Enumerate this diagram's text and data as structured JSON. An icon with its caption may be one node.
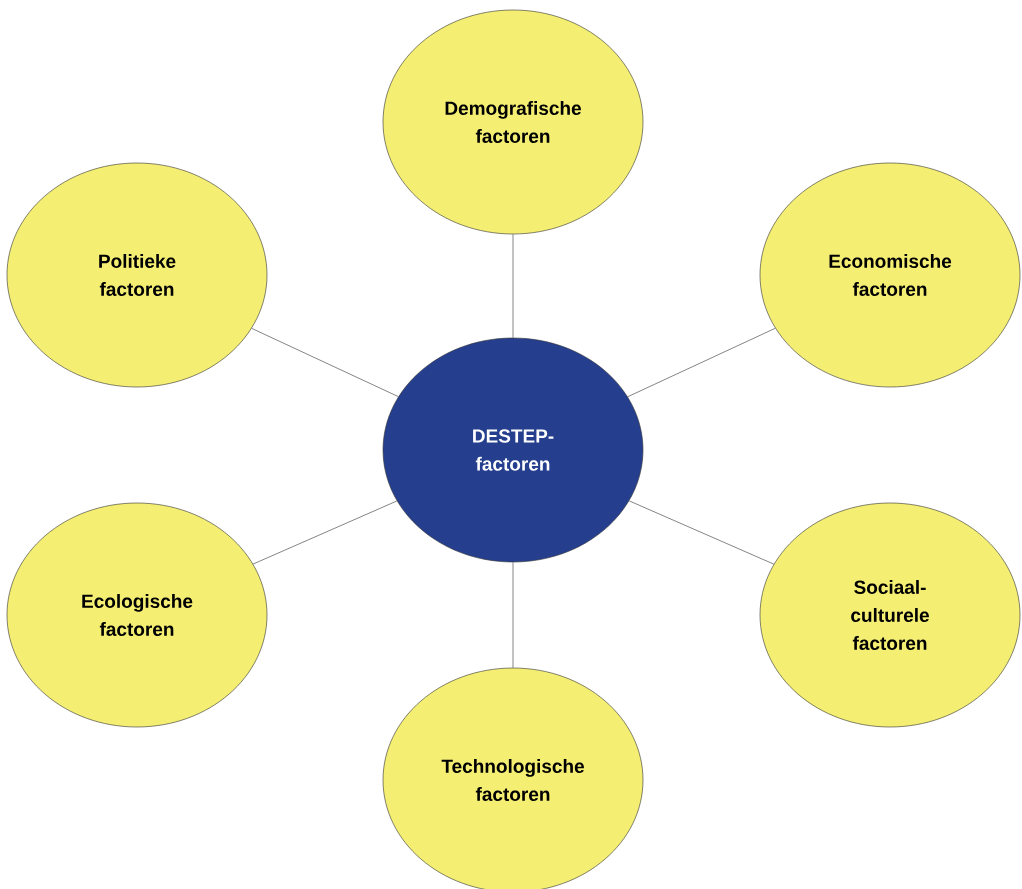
{
  "diagram": {
    "nodes": [
      {
        "text": [
          "Demografische factoren"
        ]
      },
      {
        "text": [
          "Politieke factoren"
        ]
      },
      {
        "text": [
          "Economische factoren"
        ]
      },
      {
        "text": [
          "DESTEP- factoren"
        ]
      },
      {
        "text": [
          "Ecologische factoren"
        ]
      },
      {
        "text": [
          "Sociaal- culturele factoren"
        ]
      },
      {
        "text": [
          "Technologische factoren"
        ]
      }
    ],
    "edges": [
      {
        "from": 3,
        "to": 0,
        "arrow": "none"
      },
      {
        "from": 3,
        "to": 1,
        "arrow": "none"
      },
      {
        "from": 3,
        "to": 2,
        "arrow": "none"
      },
      {
        "from": 3,
        "to": 4,
        "arrow": "none"
      },
      {
        "from": 3,
        "to": 5,
        "arrow": "none"
      },
      {
        "from": 3,
        "to": 6,
        "arrow": "none"
      }
    ]
  }
}
